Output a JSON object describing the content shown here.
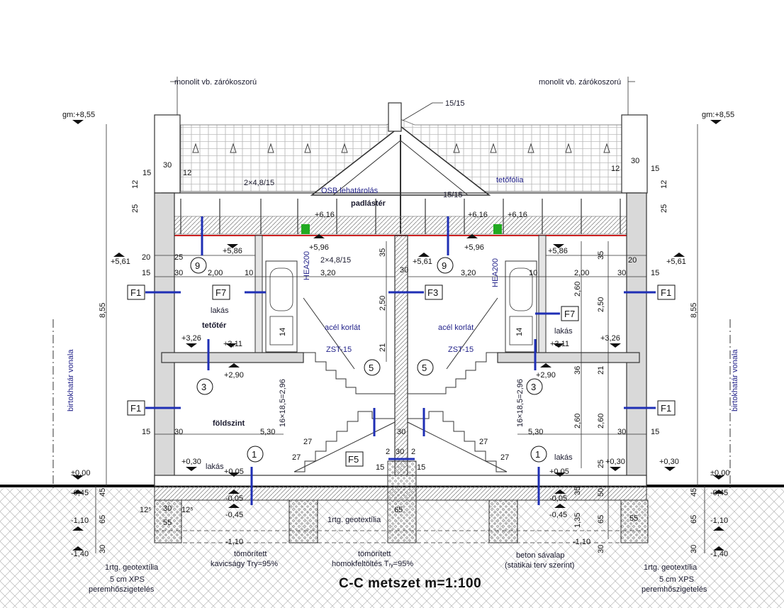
{
  "title": "C-C metszet m=1:100",
  "colors": {
    "line": "#222222",
    "accent": "#1f2fb5",
    "wall_fill": "#d9d9d9",
    "ground": "#111111",
    "beam": "#cc2222",
    "green": "#22aa22"
  },
  "annotations": {
    "monolit_left": "monolit vb. zárókoszorú",
    "monolit_right": "monolit vb. zárókoszorú",
    "chimney": "15/15",
    "purlins": "2×4,8/15",
    "osb": "OSB lehatárolás",
    "padlaster": "padlástér",
    "tetofolia": "tetőfólia",
    "rafter_right": "15/15",
    "beam_mid": "2×4,8/15",
    "hea_left": "HEA200",
    "hea_right": "HEA200",
    "korlat_left": "acél korlát",
    "korlat_right": "acél korlát",
    "zst_left": "ZST-15",
    "zst_right": "ZST-15",
    "lakas_tetoter": "lakás",
    "tetoter": "tetőtér",
    "lakas_right_upper": "lakás",
    "foldszint": "földszint",
    "lakas_left_lower": "lakás",
    "lakas_right_lower": "lakás",
    "stair_left": "16×18,5=2,96",
    "stair_right": "16×18,5=2,96",
    "birtok_left": "birtokhatár vonala",
    "birtok_right": "birtokhatár vonala",
    "geotex_mid": "1rtg. geotextília",
    "geotex_left": "1rtg. geotextília",
    "geotex_right": "1rtg. geotextília",
    "xps_left_1": "5 cm XPS",
    "xps_left_2": "peremhőszigetelés",
    "xps_right_1": "5 cm XPS",
    "xps_right_2": "peremhőszigetelés",
    "kavics_1": "tömörített",
    "kavics_2": "kavicságy Try=95%",
    "homok_1": "tömörített",
    "homok_2": "homokfeltöltés Tᵣᵧ=95%",
    "beton_1": "beton sávalap",
    "beton_2": "(statikai terv szerint)"
  },
  "levels": {
    "gm_left": "gm:+8,55",
    "gm_right": "gm:+8,55",
    "l561_left": "+5,61",
    "l561_right": "+5,61",
    "l561_mid": "+5,61",
    "l586_left": "+5,86",
    "l586_right": "+5,86",
    "l616_a": "+6,16",
    "l616_b": "+6,16",
    "l616_c": "+6,16",
    "l596_a": "+5,96",
    "l596_b": "+5,96",
    "l326_left": "+3,26",
    "l326_right": "+3,26",
    "l311_left": "+3,11",
    "l311_right": "+3,11",
    "l290_left": "+2,90",
    "l290_right": "+2,90",
    "l030_left": "+0,30",
    "l030_right": "+0,30",
    "l030_far_right": "+0,30",
    "l005_left": "+0,05",
    "l005_right": "+0,05",
    "l000_left": "±0,00",
    "l000_right": "±0,00",
    "m005_left": "-0,05",
    "m005_right": "-0,05",
    "m045_left": "-0,45",
    "m045_right": "-0,45",
    "m045_a": "-0,45",
    "m045_b": "-0,45",
    "m110_left": "-1,10",
    "m110_right": "-1,10",
    "m110_mid_l": "-1,10",
    "m110_mid_r": "-1,10",
    "m140_left": "-1,40",
    "m140_right": "-1,40"
  },
  "dims": {
    "d30_top_l": "30",
    "d15_top_l": "15",
    "d12_top_l": "12",
    "d12_side_l": "12",
    "d25_side_l": "25",
    "d30_top_r": "30",
    "d15_top_r": "15",
    "d12_top_r": "12",
    "d12_side_r": "12",
    "d25_side_r": "25",
    "d855_l": "8,55",
    "d855_r": "8,55",
    "d20_l": "20",
    "d25_l": "25",
    "d15_l": "15",
    "d30_l": "30",
    "d200_l": "2,00",
    "d10_l": "10",
    "d320_l": "3,20",
    "d30_m": "30",
    "d320_r": "3,20",
    "d10_r": "10",
    "d200_r": "2,00",
    "d30_r": "30",
    "d15_r": "15",
    "d20_r": "20",
    "d35_m": "35",
    "d250_m": "2,50",
    "d21_m": "21",
    "d14_l": "14",
    "d14_r": "14",
    "d35_r": "35",
    "d260_r": "2,60",
    "d250_r": "2,50",
    "d36_r": "36",
    "d21_r": "21",
    "d260b_r": "2,60",
    "d260c_r": "2,60",
    "d15_gl": "15",
    "d30_gl": "30",
    "d530_l": "5,30",
    "d30_gm": "30",
    "d530_r": "5,30",
    "d30_gr": "30",
    "d15_gr": "15",
    "d27_l1": "27",
    "d27_l2": "27",
    "d27_r1": "27",
    "d27_r2": "27",
    "d2_l": "2",
    "d30_s": "30",
    "d2_r": "2",
    "d15_sl": "15",
    "d15_sr": "15",
    "d25_rr": "25",
    "d50_rr": "50",
    "d35_rr": "35",
    "d135_rr": "1,35",
    "d65_rr": "65",
    "d30_rr": "30",
    "d45_l": "45",
    "d65_l": "65",
    "d30_bl": "30",
    "d45_r": "45",
    "d65_r": "65",
    "d30_br": "30",
    "d125_l": "12⁵",
    "d30_fl": "30",
    "d125_l2": "12⁵",
    "d55_l": "55",
    "d65_m": "65",
    "d55_r": "55"
  },
  "tags": {
    "f1_ul": "F1",
    "f1_ur": "F1",
    "f1_ll": "F1",
    "f1_lr": "F1",
    "f7_l": "F7",
    "f7_r": "F7",
    "f3": "F3",
    "f5": "F5",
    "c9_l": "9",
    "c9_r": "9",
    "c3_l": "3",
    "c3_r": "3",
    "c5_l": "5",
    "c5_r": "5",
    "c1_l": "1",
    "c1_r": "1"
  }
}
